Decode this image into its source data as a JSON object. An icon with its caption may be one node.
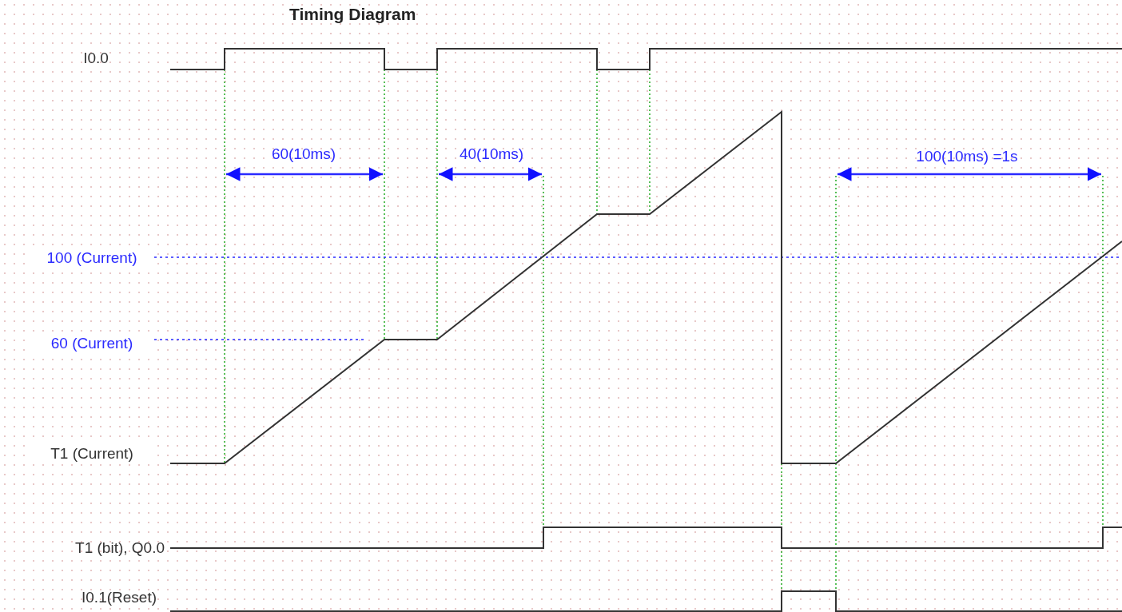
{
  "diagram": {
    "title": "Timing Diagram",
    "labels": [
      "I0.0",
      "60(10ms)",
      "40(10ms)",
      "100(10ms) =1s",
      "100 (Current)",
      "60 (Current)",
      "T1 (Current)",
      "T1 (bit), Q0.0",
      "I0.1(Reset)"
    ]
  }
}
